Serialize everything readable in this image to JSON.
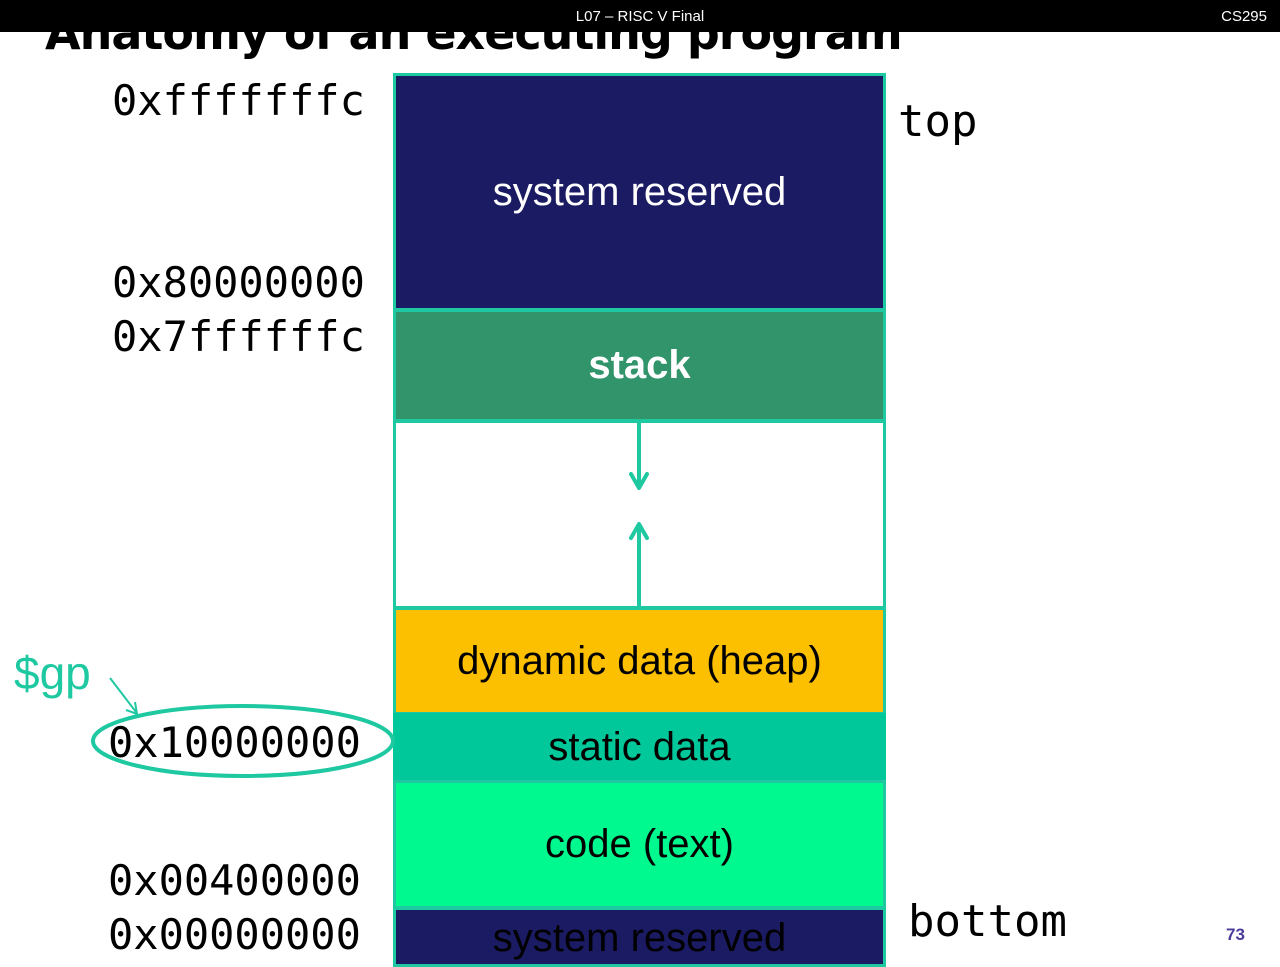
{
  "header": {
    "lecture": "L07 – RISC V Final",
    "course": "CS295"
  },
  "slide": {
    "title": "Anatomy of an executing program",
    "page_number": "73"
  },
  "addresses": {
    "top": "0xfffffffc",
    "sys_boundary": "0x80000000",
    "stack_top": "0x7ffffffc",
    "gp": "0x10000000",
    "code_start": "0x00400000",
    "bottom": "0x00000000"
  },
  "labels": {
    "top": "top",
    "bottom": "bottom",
    "gp": "$gp"
  },
  "segments": {
    "system_reserved_top": "system reserved",
    "stack": "stack",
    "heap": "dynamic data (heap)",
    "static": "static data",
    "code": "code (text)",
    "system_reserved_bottom": "system reserved"
  },
  "colors": {
    "system_reserved": "#1b1b63",
    "stack": "#31946a",
    "heap": "#fcc000",
    "static": "#00c89a",
    "code": "#00f98f",
    "accent": "#1ec8a0"
  }
}
